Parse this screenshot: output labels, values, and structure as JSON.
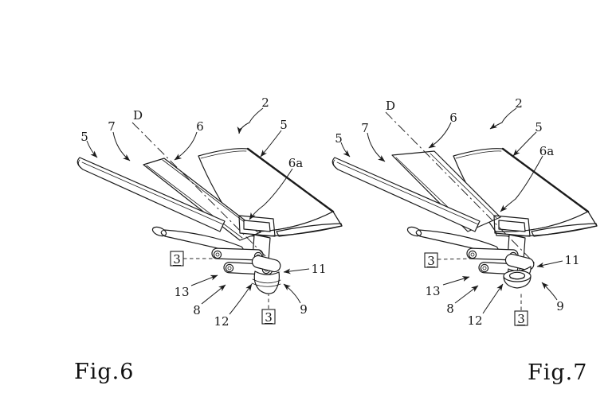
{
  "drawing": {
    "background_color": "#ffffff",
    "line_color": "#1b1b1b"
  },
  "figures": [
    {
      "caption": "Fig.6",
      "labels": {
        "axis": "D",
        "n2": "2",
        "n5_left": "5",
        "n5_right": "5",
        "n6": "6",
        "n6a": "6a",
        "n7": "7",
        "n8": "8",
        "n9": "9",
        "n11": "11",
        "n12": "12",
        "n13": "13",
        "n3_left": "3",
        "n3_bottom": "3"
      }
    },
    {
      "caption": "Fig.7",
      "labels": {
        "axis": "D",
        "n2": "2",
        "n5_left": "5",
        "n5_right": "5",
        "n6": "6",
        "n6a": "6a",
        "n7": "7",
        "n8": "8",
        "n9": "9",
        "n11": "11",
        "n12": "12",
        "n13": "13",
        "n3_left": "3",
        "n3_bottom": "3"
      }
    }
  ]
}
